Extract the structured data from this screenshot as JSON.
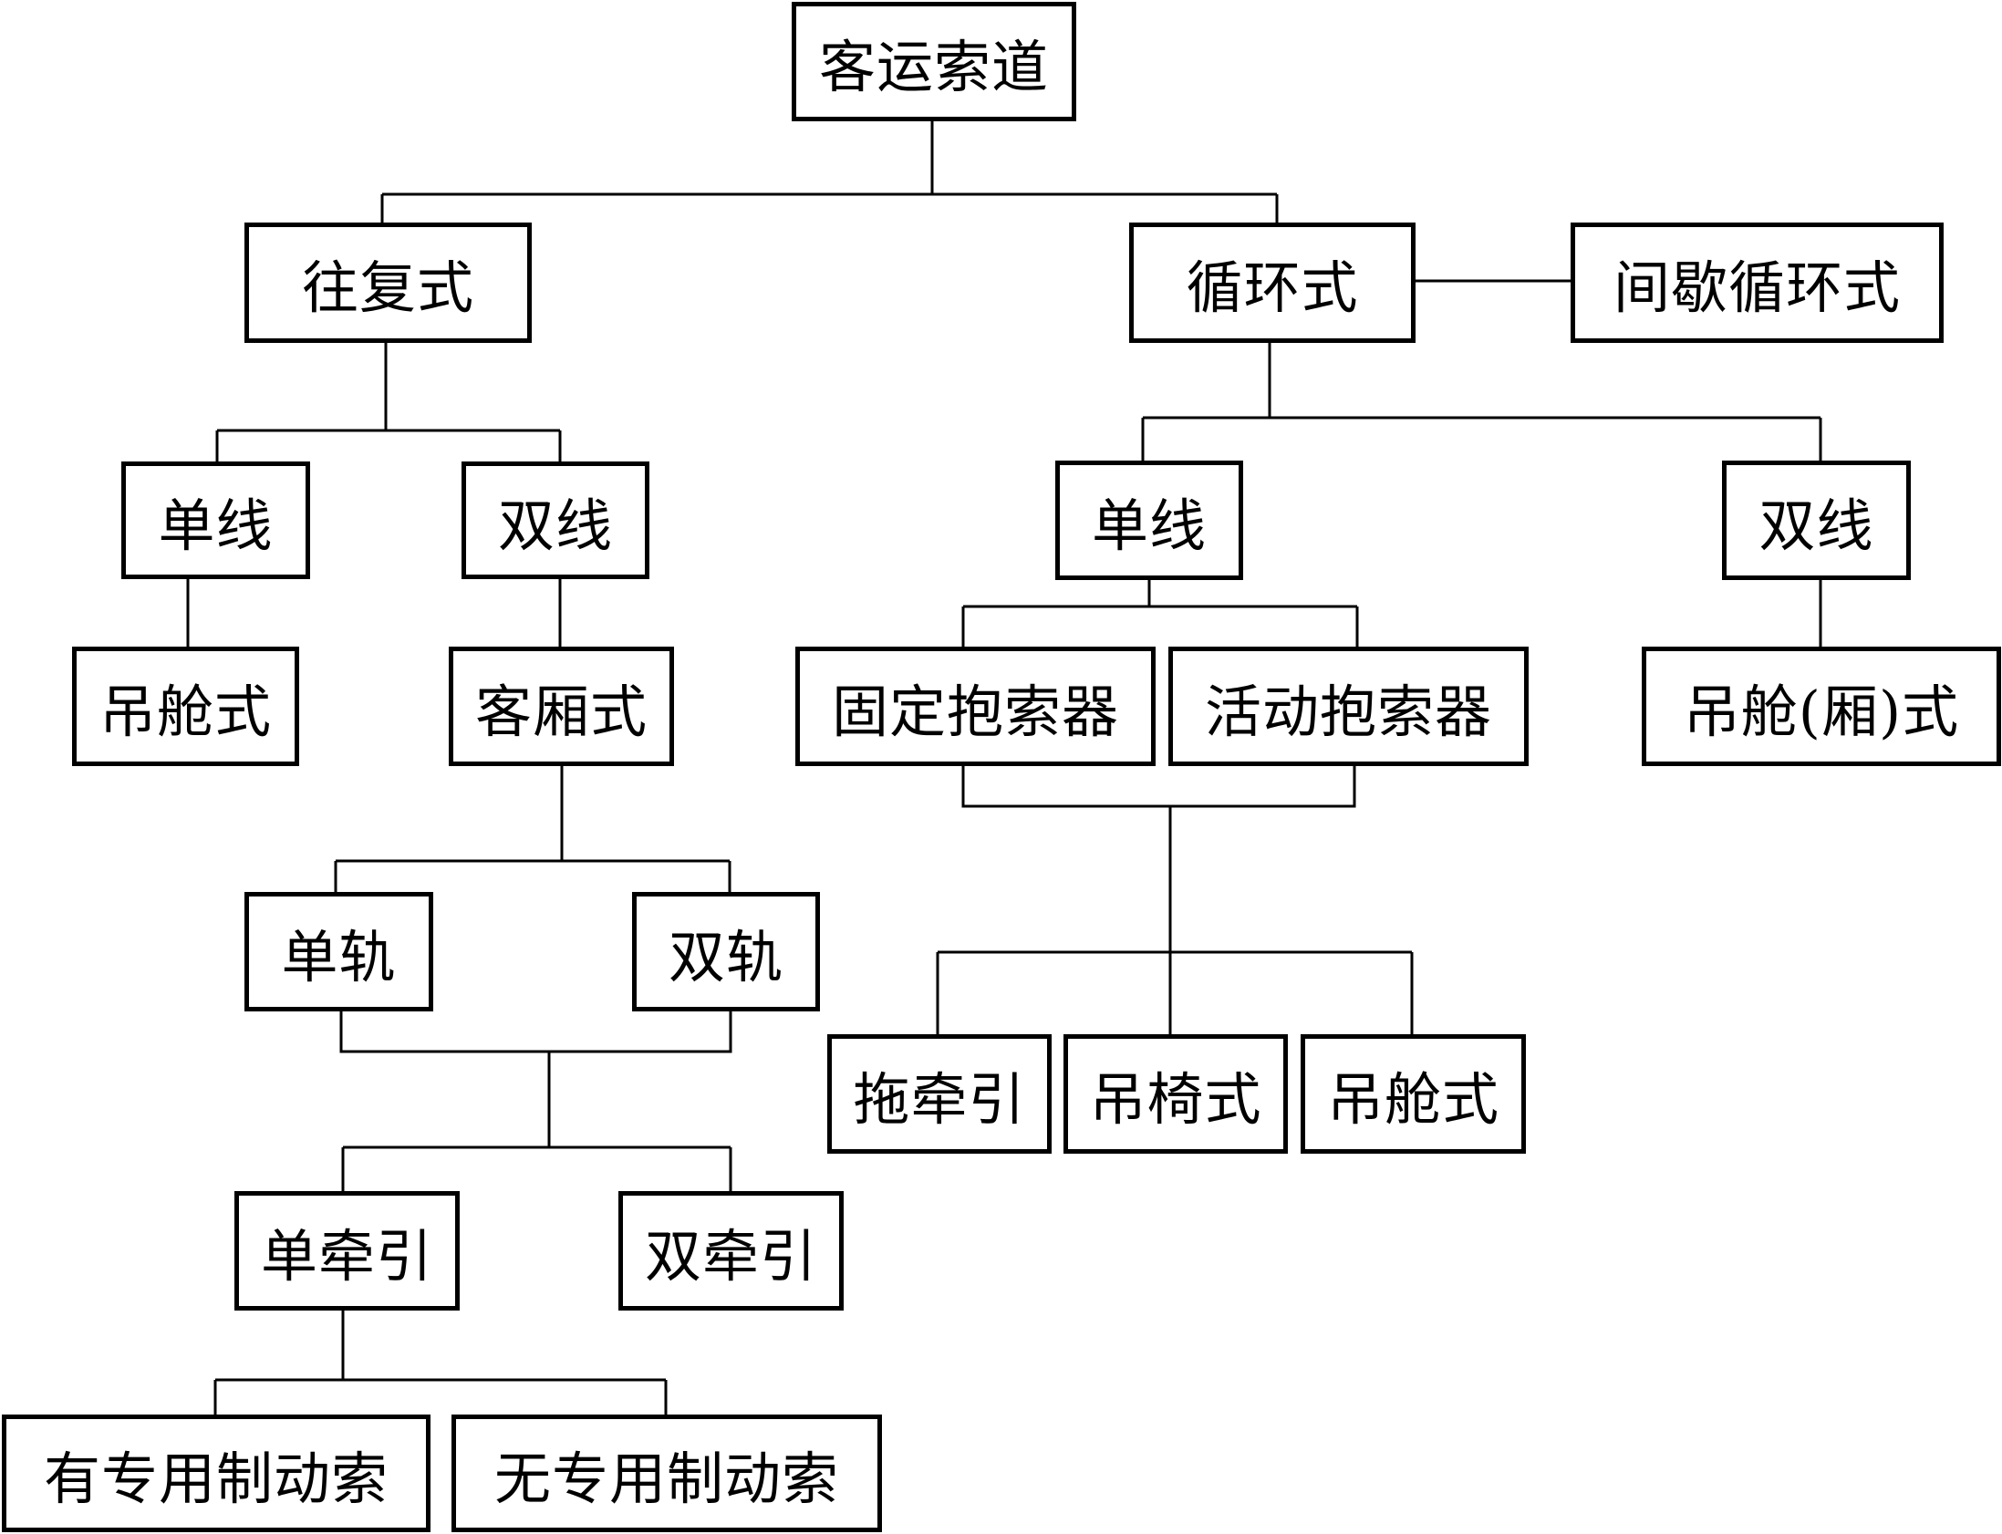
{
  "nodes": {
    "root": "客运索道",
    "reciprocating": "往复式",
    "circulating": "循环式",
    "intermittent_circulating": "间歇循环式",
    "rec_single_line": "单线",
    "rec_double_line": "双线",
    "rec_single_gondola": "吊舱式",
    "rec_cabin": "客厢式",
    "single_track": "单轨",
    "double_track": "双轨",
    "single_haul": "单牵引",
    "double_haul": "双牵引",
    "with_brake_rope": "有专用制动索",
    "without_brake_rope": "无专用制动索",
    "circ_single_line": "单线",
    "circ_double_line": "双线",
    "fixed_grip": "固定抱索器",
    "detachable_grip": "活动抱索器",
    "circ_double_gondola": "吊舱(厢)式",
    "surface_lift": "拖牵引",
    "chairlift": "吊椅式",
    "circ_gondola": "吊舱式"
  }
}
